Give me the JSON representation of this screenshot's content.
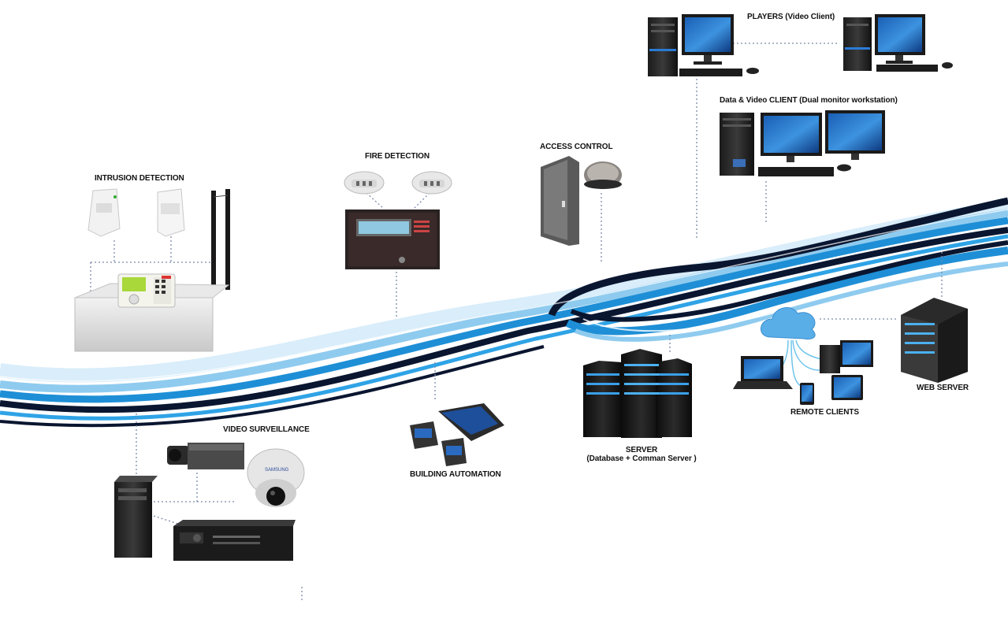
{
  "labels": {
    "players": "PLAYERS (Video Client)",
    "dual_client": "Data & Video CLIENT (Dual monitor workstation)",
    "access_control": "ACCESS CONTROL",
    "fire_detection": "FIRE DETECTION",
    "intrusion_detection": "INTRUSION DETECTION",
    "video_surveillance": "VIDEO SURVEILLANCE",
    "building_automation": "BUILDING AUTOMATION",
    "server_line1": "SERVER",
    "server_line2": "(Database + Comman Server )",
    "remote_clients": "REMOTE CLIENTS",
    "web_server": "WEB SERVER"
  },
  "device_text": {
    "camera_brand": "SAMSUNG"
  },
  "colors": {
    "wave_dark": "#0a1630",
    "wave_blue": "#1e8fd6",
    "wave_light": "#9fd4f2",
    "connector": "#7a8aa8"
  }
}
